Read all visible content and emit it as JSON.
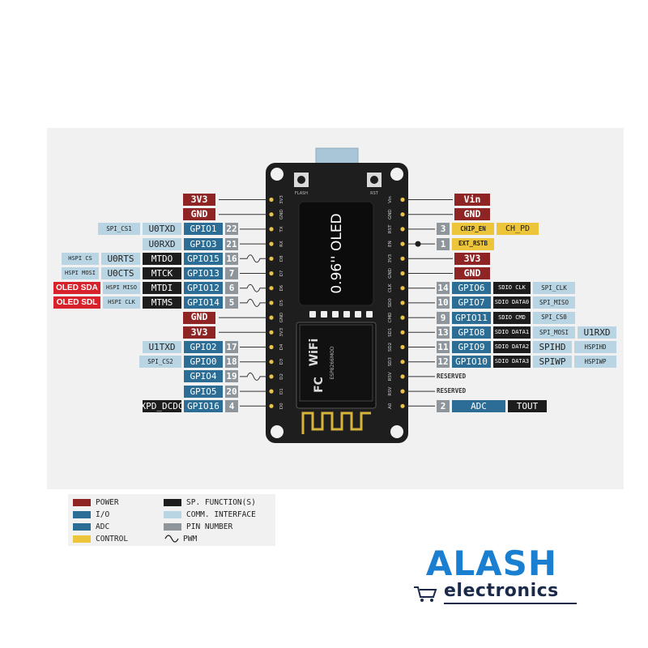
{
  "board": {
    "oled_text": "0.96'' OLED",
    "flash_label": "FLASH",
    "rst_label": "RST",
    "left_edge_pins": [
      "3V3",
      "GND",
      "TX",
      "RX",
      "D8",
      "D7",
      "D6",
      "D5",
      "GND",
      "3V3",
      "D4",
      "D3",
      "D2",
      "D1",
      "D0"
    ],
    "right_edge_pins": [
      "Vin",
      "GND",
      "RST",
      "EN",
      "3V3",
      "GND",
      "CLK",
      "SD0",
      "CMD",
      "SD1",
      "SD2",
      "SD3",
      "RSV",
      "RSV",
      "A0"
    ],
    "module_text": "ESP8266MOD",
    "wifi_text": "WiFi"
  },
  "left_pins": [
    {
      "cols": [
        {
          "t": "power",
          "text": "3V3"
        }
      ]
    },
    {
      "cols": [
        {
          "t": "power",
          "text": "GND"
        }
      ]
    },
    {
      "cols": [
        {
          "t": "comm",
          "text": "SPI_CS1",
          "cls": "xs"
        },
        {
          "t": "comm",
          "text": "U0TXD"
        },
        {
          "t": "io",
          "text": "GPIO1"
        },
        {
          "t": "num",
          "text": "22"
        }
      ]
    },
    {
      "cols": [
        {
          "t": "comm",
          "text": "U0RXD"
        },
        {
          "t": "io",
          "text": "GPIO3"
        },
        {
          "t": "num",
          "text": "21"
        }
      ]
    },
    {
      "cols": [
        {
          "t": "comm",
          "text": "HSPI CS",
          "cls": "sm"
        },
        {
          "t": "comm",
          "text": "U0RTS"
        },
        {
          "t": "func",
          "text": "MTDO"
        },
        {
          "t": "io",
          "text": "GPIO15"
        },
        {
          "t": "num",
          "text": "16"
        }
      ],
      "pwm": true
    },
    {
      "cols": [
        {
          "t": "comm",
          "text": "HSPI MOSI",
          "cls": "sm"
        },
        {
          "t": "comm",
          "text": "U0CTS"
        },
        {
          "t": "func",
          "text": "MTCK"
        },
        {
          "t": "io",
          "text": "GPIO13"
        },
        {
          "t": "num",
          "text": "7"
        }
      ]
    },
    {
      "cols": [
        {
          "t": "oled",
          "text": "OLED SDA"
        },
        {
          "t": "comm",
          "text": "HSPI MISO",
          "cls": "sm"
        },
        {
          "t": "func",
          "text": "MTDI"
        },
        {
          "t": "io",
          "text": "GPIO12"
        },
        {
          "t": "num",
          "text": "6"
        }
      ],
      "pwm": true
    },
    {
      "cols": [
        {
          "t": "oled",
          "text": "OLED SDL"
        },
        {
          "t": "comm",
          "text": "HSPI CLK",
          "cls": "sm"
        },
        {
          "t": "func",
          "text": "MTMS"
        },
        {
          "t": "io",
          "text": "GPIO14"
        },
        {
          "t": "num",
          "text": "5"
        }
      ],
      "pwm": true
    },
    {
      "cols": [
        {
          "t": "power",
          "text": "GND"
        }
      ]
    },
    {
      "cols": [
        {
          "t": "power",
          "text": "3V3"
        }
      ]
    },
    {
      "cols": [
        {
          "t": "comm",
          "text": "U1TXD"
        },
        {
          "t": "io",
          "text": "GPIO2"
        },
        {
          "t": "num",
          "text": "17"
        }
      ]
    },
    {
      "cols": [
        {
          "t": "comm",
          "text": "SPI_CS2",
          "cls": "xs"
        },
        {
          "t": "io",
          "text": "GPIO0"
        },
        {
          "t": "num",
          "text": "18"
        }
      ]
    },
    {
      "cols": [
        {
          "t": "io",
          "text": "GPIO4"
        },
        {
          "t": "num",
          "text": "19"
        }
      ],
      "pwm": true
    },
    {
      "cols": [
        {
          "t": "io",
          "text": "GPIO5"
        },
        {
          "t": "num",
          "text": "20"
        }
      ]
    },
    {
      "cols": [
        {
          "t": "func",
          "text": "XPD_DCDC",
          "cls": "xs"
        },
        {
          "t": "io",
          "text": "GPIO16"
        },
        {
          "t": "num",
          "text": "4"
        }
      ]
    }
  ],
  "right_pins": [
    {
      "cols": [
        {
          "t": "power",
          "text": "Vin"
        }
      ]
    },
    {
      "cols": [
        {
          "t": "power",
          "text": "GND"
        }
      ]
    },
    {
      "cols": [
        {
          "t": "num",
          "text": "3"
        },
        {
          "t": "ctrl",
          "text": "CHIP_EN",
          "cls": "xs"
        },
        {
          "t": "ctrl",
          "text": "CH_PD"
        }
      ]
    },
    {
      "cols": [
        {
          "t": "num",
          "text": "1"
        },
        {
          "t": "ctrl",
          "text": "EXT_RSTB",
          "cls": "xs"
        }
      ],
      "dot": true
    },
    {
      "cols": [
        {
          "t": "power",
          "text": "3V3"
        }
      ]
    },
    {
      "cols": [
        {
          "t": "power",
          "text": "GND"
        }
      ]
    },
    {
      "cols": [
        {
          "t": "num",
          "text": "14"
        },
        {
          "t": "io",
          "text": "GPIO6"
        },
        {
          "t": "func",
          "text": "SDIO CLK",
          "cls": "sm"
        },
        {
          "t": "comm",
          "text": "SPI_CLK",
          "cls": "xs"
        }
      ]
    },
    {
      "cols": [
        {
          "t": "num",
          "text": "10"
        },
        {
          "t": "io",
          "text": "GPIO7"
        },
        {
          "t": "func",
          "text": "SDIO DATA0",
          "cls": "sm"
        },
        {
          "t": "comm",
          "text": "SPI_MISO",
          "cls": "xs"
        }
      ]
    },
    {
      "cols": [
        {
          "t": "num",
          "text": "9"
        },
        {
          "t": "io",
          "text": "GPIO11"
        },
        {
          "t": "func",
          "text": "SDIO CMD",
          "cls": "sm"
        },
        {
          "t": "comm",
          "text": "SPI_CS0",
          "cls": "xs"
        }
      ]
    },
    {
      "cols": [
        {
          "t": "num",
          "text": "13"
        },
        {
          "t": "io",
          "text": "GPIO8"
        },
        {
          "t": "func",
          "text": "SDIO DATA1",
          "cls": "sm"
        },
        {
          "t": "comm",
          "text": "SPI_MOSI",
          "cls": "xs"
        },
        {
          "t": "comm",
          "text": "U1RXD"
        }
      ]
    },
    {
      "cols": [
        {
          "t": "num",
          "text": "11"
        },
        {
          "t": "io",
          "text": "GPIO9"
        },
        {
          "t": "func",
          "text": "SDIO DATA2",
          "cls": "sm"
        },
        {
          "t": "comm",
          "text": "SPIHD"
        },
        {
          "t": "comm",
          "text": "HSPIHD",
          "cls": "xs"
        }
      ]
    },
    {
      "cols": [
        {
          "t": "num",
          "text": "12"
        },
        {
          "t": "io",
          "text": "GPIO10"
        },
        {
          "t": "func",
          "text": "SDIO DATA3",
          "cls": "sm"
        },
        {
          "t": "comm",
          "text": "SPIWP"
        },
        {
          "t": "comm",
          "text": "HSPIWP",
          "cls": "xs"
        }
      ]
    },
    {
      "cols": [
        {
          "t": "plain",
          "text": "RESERVED"
        }
      ]
    },
    {
      "cols": [
        {
          "t": "plain",
          "text": "RESERVED"
        }
      ]
    },
    {
      "cols": [
        {
          "t": "num",
          "text": "2"
        },
        {
          "t": "io",
          "text": "ADC"
        },
        {
          "t": "func",
          "text": "TOUT"
        }
      ]
    }
  ],
  "legend": [
    {
      "label": "POWER",
      "color": "#8e2424"
    },
    {
      "label": "I/O",
      "color": "#2c6d95"
    },
    {
      "label": "ADC",
      "color": "#2c6d95"
    },
    {
      "label": "CONTROL",
      "color": "#ecc53a"
    },
    {
      "label": "SP. FUNCTION(S)",
      "color": "#1d1d1d"
    },
    {
      "label": "COMM. INTERFACE",
      "color": "#b9d5e3"
    },
    {
      "label": "PIN NUMBER",
      "color": "#8e969c"
    },
    {
      "label": "PWM",
      "icon": "pwm-wave-icon"
    }
  ],
  "brand": {
    "name": "ALASH",
    "sub": "electronics",
    "color": "#1a7fd0"
  }
}
